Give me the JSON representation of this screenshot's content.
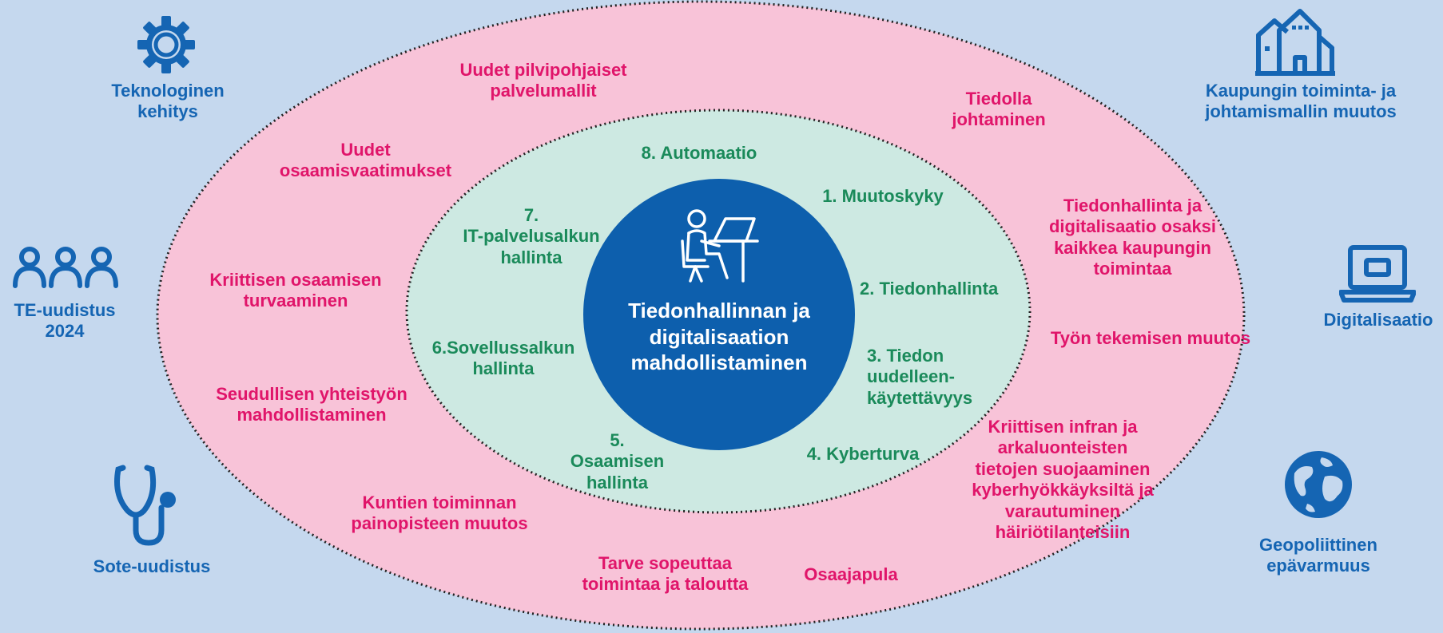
{
  "colors": {
    "background": "#c5d8ee",
    "outer_ring": "#f8c3d8",
    "inner_ring": "#cde9e2",
    "core": "#0d5fad",
    "driver_text": "#1565b3",
    "challenge_text": "#e0156a",
    "theme_text": "#1a8a5a"
  },
  "center": {
    "icon": "person-at-computer-icon",
    "title": "Tiedonhallinnan  ja\ndigitalisaation\nmahdollistaminen"
  },
  "drivers": [
    {
      "icon": "gear-icon",
      "label": "Teknologinen\nkehitys"
    },
    {
      "icon": "city-buildings-icon",
      "label": "Kaupungin toiminta- ja\njohtamismallin muutos"
    },
    {
      "icon": "people-group-icon",
      "label": "TE-uudistus\n2024"
    },
    {
      "icon": "laptop-icon",
      "label": "Digitalisaatio"
    },
    {
      "icon": "stethoscope-icon",
      "label": "Sote-uudistus"
    },
    {
      "icon": "globe-icon",
      "label": "Geopoliittinen\nepävarmuus"
    }
  ],
  "challenges": [
    "Uudet pilvipohjaiset\npalvelumallit",
    "Tiedolla\njohtaminen",
    "Uudet\nosaamisvaatimukset",
    "Tiedonhallinta ja\ndigitalisaatio osaksi\nkaikkea kaupungin\ntoimintaa",
    "Kriittisen osaamisen\nturvaaminen",
    "Työn tekemisen muutos",
    "Seudullisen yhteistyön\nmahdollistaminen",
    "Kriittisen infran ja\narkaluonteisten\ntietojen suojaaminen\nkyberhyökkäyksiltä ja\nvarautuminen\nhäiriötilanteisiin",
    "Kuntien toiminnan\npainopisteen muutos",
    "Tarve sopeuttaa\ntoimintaa ja taloutta",
    "Osaajapula"
  ],
  "themes": [
    "8. Automaatio",
    "1. Muutoskyky",
    "7.\nIT-palvelusalkun\nhallinta",
    "2. Tiedonhallinta",
    "6.Sovellussalkun\nhallinta",
    "3. Tiedon\nuudelleen-\nkäytettävyys",
    "5.\nOsaamisen\nhallinta",
    "4. Kyberturva"
  ]
}
